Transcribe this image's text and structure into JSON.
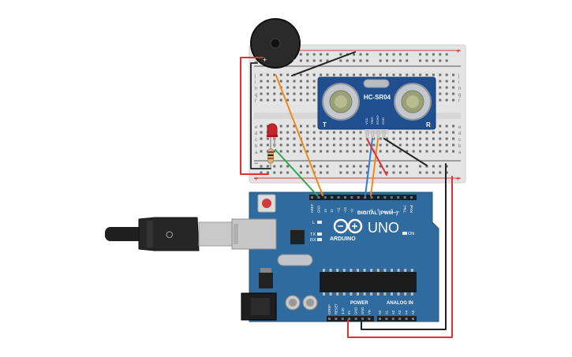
{
  "sensor": {
    "model": "HC-SR04",
    "left_mark": "T",
    "right_mark": "R",
    "pins": [
      "VCC",
      "TRIG",
      "ECHO",
      "GND"
    ]
  },
  "buzzer": {
    "plus": "+",
    "minus": "−"
  },
  "breadboard": {
    "rail_plus": "+",
    "rail_minus": "−",
    "row_letters_top": [
      "j",
      "i",
      "h",
      "g",
      "f"
    ],
    "row_letters_bottom": [
      "e",
      "d",
      "c",
      "b",
      "a"
    ]
  },
  "arduino": {
    "brand": "ARDUINO",
    "model": "UNO",
    "digital_label": "DIGITAL (PWM~)",
    "power_label": "POWER",
    "analog_label": "ANALOG IN",
    "on_label": "ON",
    "l_label": "L",
    "tx_label": "TX",
    "rx_label": "RX",
    "digital_pins": [
      "AREF",
      "GND",
      "13",
      "12",
      "~11",
      "~10",
      "~9",
      "8",
      "7",
      "~6",
      "~5",
      "4",
      "~3",
      "2",
      "TX▸1",
      "RX◂0"
    ],
    "power_pins": [
      "IOREF",
      "RESET",
      "3.3V",
      "5V",
      "GND",
      "GND",
      "Vin"
    ],
    "analog_pins": [
      "A0",
      "A1",
      "A2",
      "A3",
      "A4",
      "A5"
    ]
  },
  "colors": {
    "board": "#2f6b9e",
    "breadboard": "#e4e4e4",
    "sensor": "#1f4f8f",
    "wire_red": "#e03030",
    "wire_black": "#222222",
    "wire_orange": "#f08a1c",
    "wire_green": "#2fa84f",
    "wire_blue": "#2f7fd8",
    "led": "#c8252b"
  }
}
